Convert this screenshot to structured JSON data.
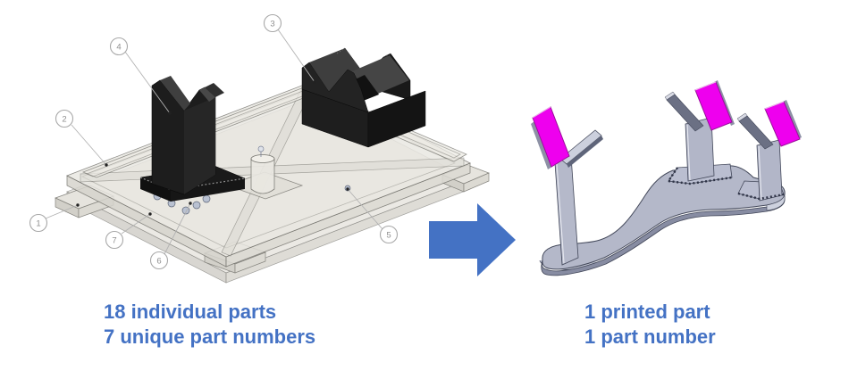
{
  "colors": {
    "accent_blue": "#4472C4",
    "highlight_magenta": "#EE00EE",
    "printed_part_gray": "#B4B8C9",
    "fixture_black": "#1D1D1D",
    "ghost_plate": "#E9E7E1"
  },
  "assembly_figure": {
    "description": "exploded-style CAD assembly of a fixture plate with two black v-block supports and balloon callouts",
    "balloons": [
      {
        "number": "1"
      },
      {
        "number": "2"
      },
      {
        "number": "3"
      },
      {
        "number": "4"
      },
      {
        "number": "5"
      },
      {
        "number": "6"
      },
      {
        "number": "7"
      }
    ],
    "caption": {
      "line1": "18 individual parts",
      "line2": "7 unique part numbers"
    }
  },
  "arrow": {
    "icon": "right-arrow",
    "color": "#4472C4"
  },
  "printed_part_figure": {
    "description": "consolidated 3D-printed bracket with three v-supports and magenta contact pads",
    "caption": {
      "line1": "1 printed part",
      "line2": "1 part number"
    }
  }
}
